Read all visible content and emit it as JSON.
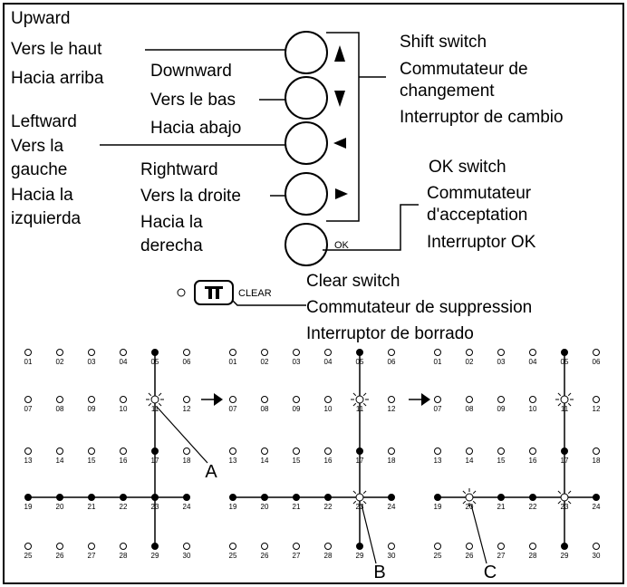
{
  "switches": {
    "up": [
      "Upward",
      "Vers le haut",
      "Hacia arriba"
    ],
    "down": [
      "Downward",
      "Vers le bas",
      "Hacia abajo"
    ],
    "left": [
      "Leftward",
      "Vers la",
      "gauche",
      "Hacia la",
      "izquierda"
    ],
    "right": [
      "Rightward",
      "Vers la droite",
      "Hacia la",
      "derecha"
    ],
    "shift": [
      "Shift switch",
      "Commutateur de",
      "changement",
      "Interruptor de cambio"
    ],
    "ok": [
      "OK switch",
      "Commutateur",
      "d'acceptation",
      "Interruptor OK"
    ],
    "clear": [
      "Clear switch",
      "Commutateur de suppression",
      "Interruptor de borrado"
    ]
  },
  "button_text": {
    "ok": "OK",
    "clear": "CLEAR"
  },
  "grid_numbers": [
    "01",
    "02",
    "03",
    "04",
    "05",
    "06",
    "07",
    "08",
    "09",
    "10",
    "11",
    "12",
    "13",
    "14",
    "15",
    "16",
    "17",
    "18",
    "19",
    "20",
    "21",
    "22",
    "23",
    "24",
    "25",
    "26",
    "27",
    "28",
    "29",
    "30"
  ],
  "panels": [
    {
      "lit": [
        5,
        17,
        19,
        20,
        21,
        22,
        23,
        24,
        29
      ],
      "flash": [
        11
      ],
      "marker": "A",
      "marker_target": 11
    },
    {
      "lit": [
        5,
        17,
        19,
        20,
        21,
        22,
        24,
        29
      ],
      "flash": [
        11,
        23
      ],
      "marker": "B",
      "marker_target": 23
    },
    {
      "lit": [
        5,
        17,
        19,
        21,
        22,
        24,
        29
      ],
      "flash": [
        11,
        20,
        23
      ],
      "marker": "C",
      "marker_target": 20
    }
  ],
  "colors": {
    "line": "#000000",
    "lit": "#000000",
    "unlit": "#ffffff"
  }
}
